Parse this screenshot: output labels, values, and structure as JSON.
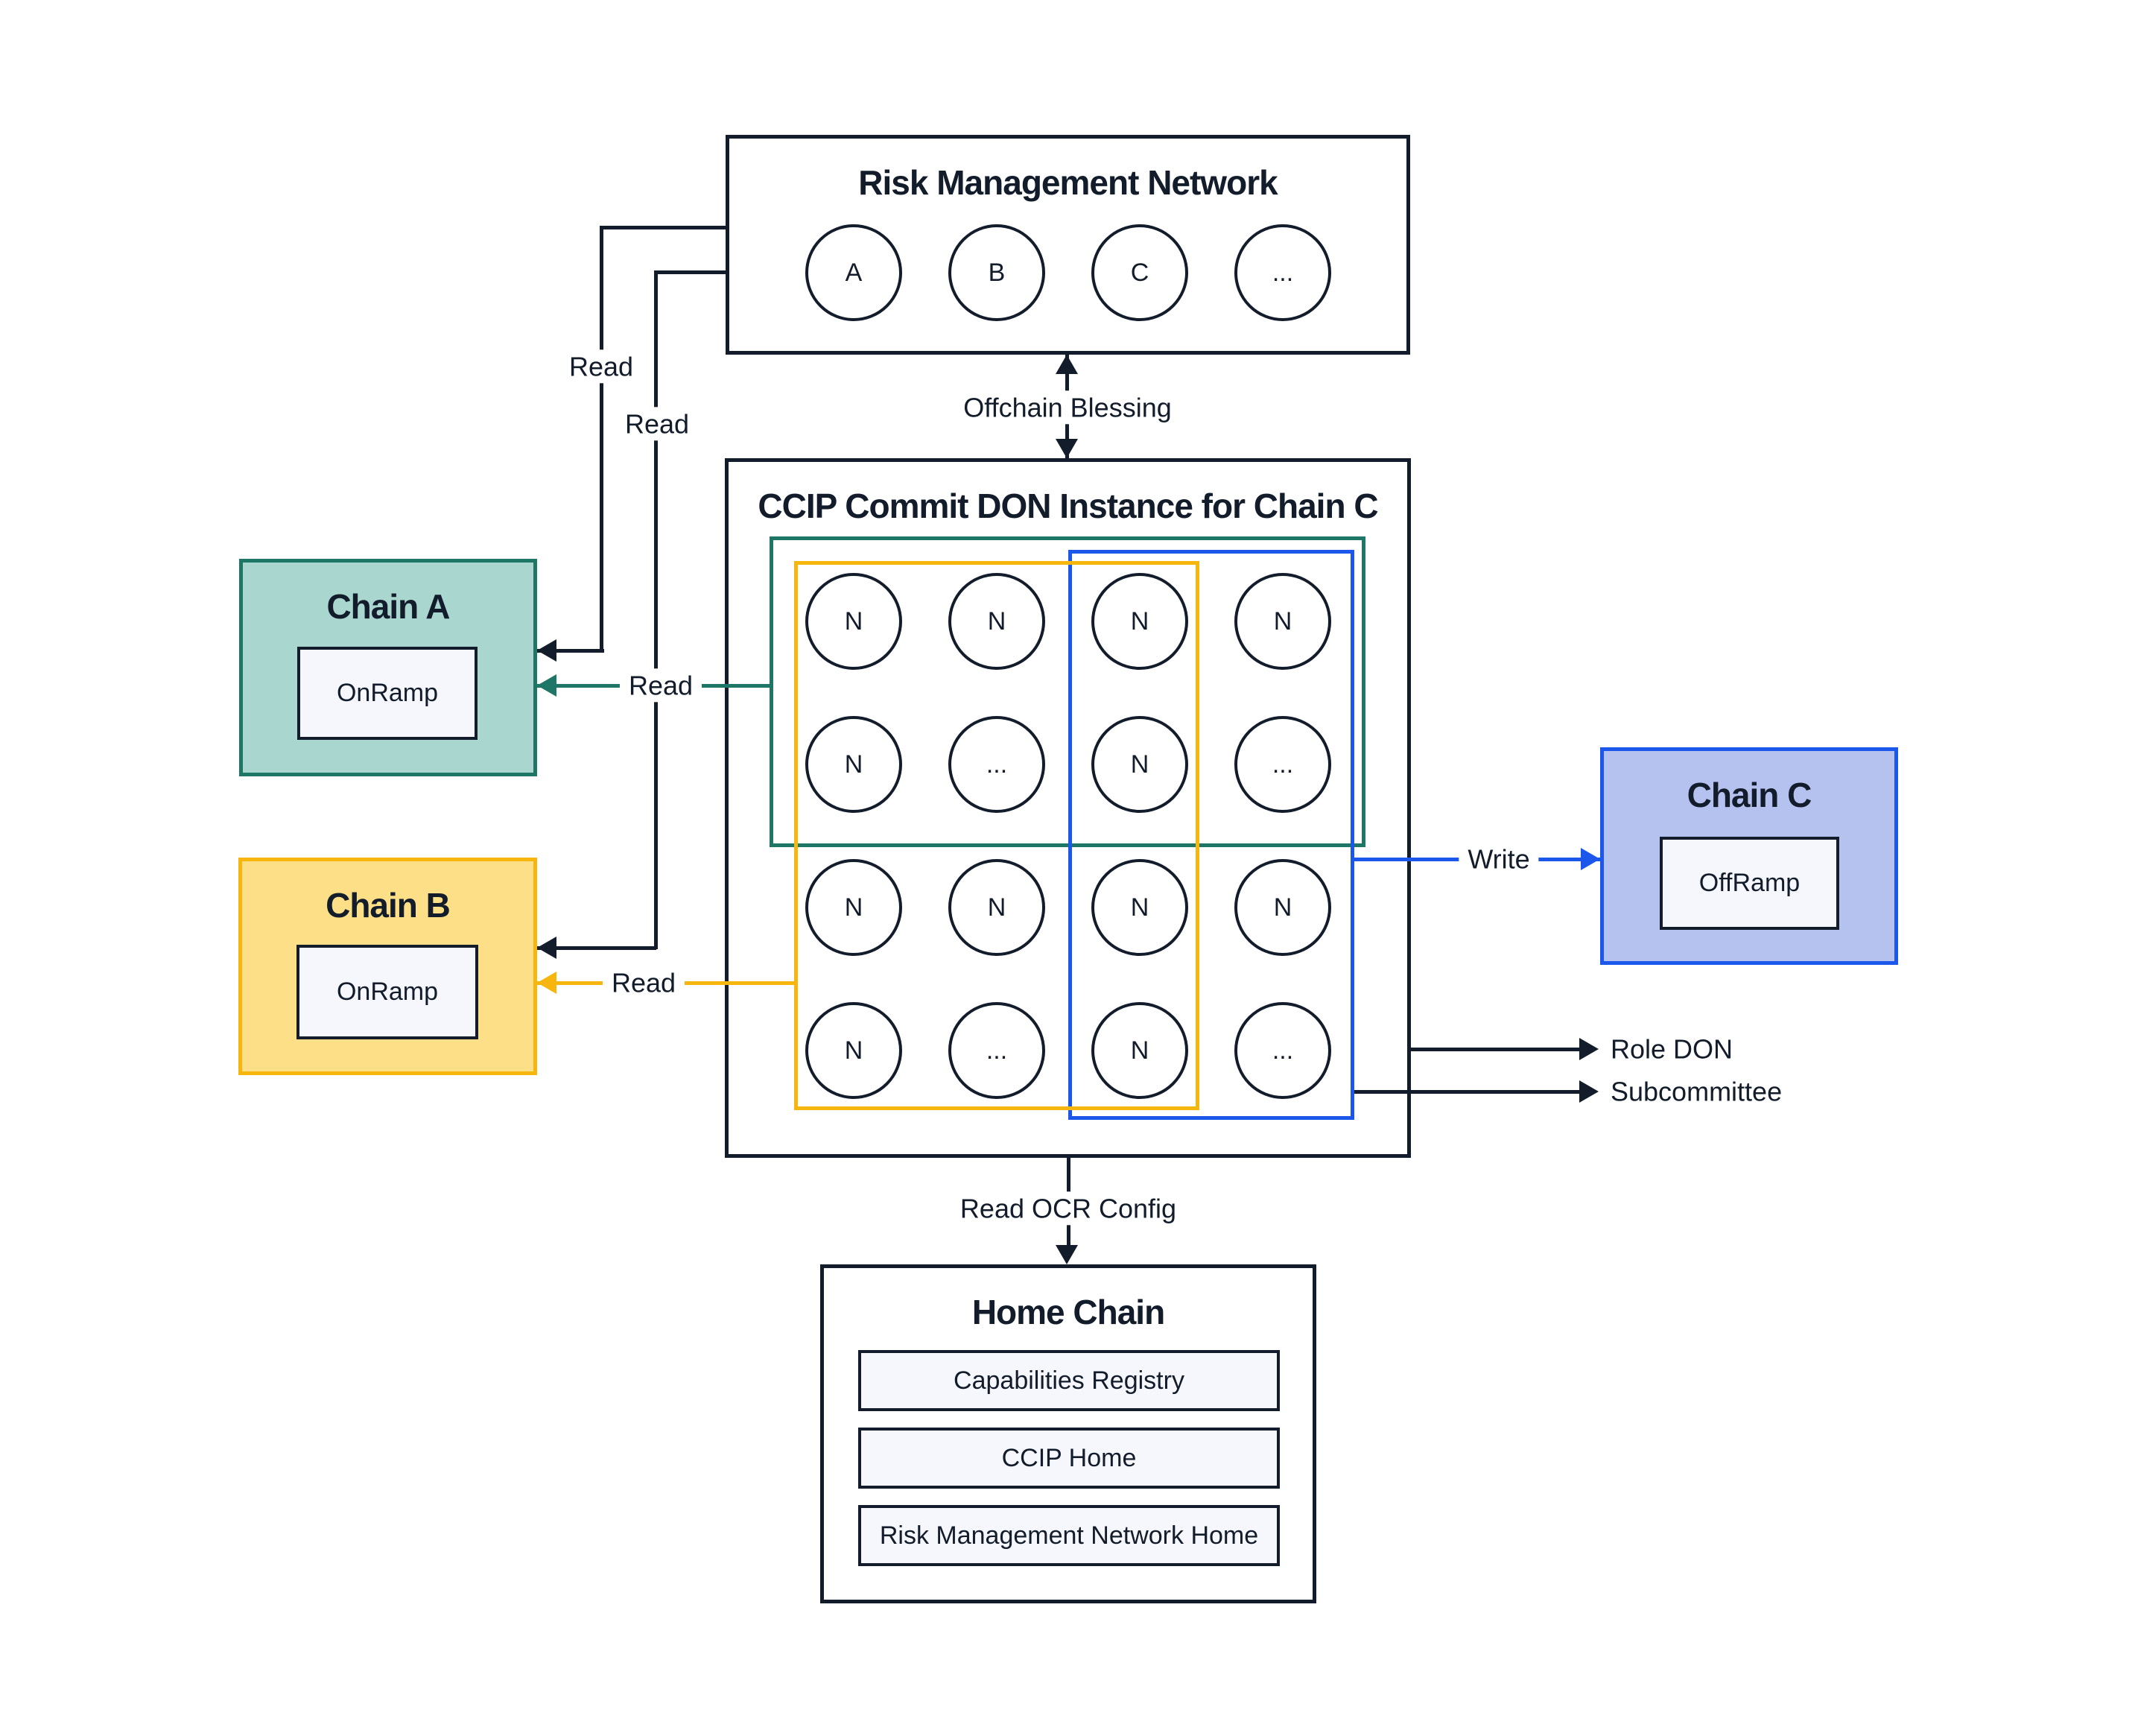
{
  "colors": {
    "navy": "#131c2b",
    "teal-border": "#1e7667",
    "teal-fill": "#a9d6ce",
    "yellow-border": "#f6b60e",
    "yellow-fill": "#fcdf86",
    "blue-border": "#1b57ea",
    "blue-fill": "#b5c2f0",
    "component-fill": "#f5f7fc",
    "background": "#ffffff"
  },
  "rmn": {
    "title": "Risk Management Network",
    "nodes": [
      "A",
      "B",
      "C",
      "..."
    ]
  },
  "don": {
    "title": "CCIP Commit DON Instance for Chain C",
    "grid": [
      [
        "N",
        "N",
        "N",
        "N"
      ],
      [
        "N",
        "...",
        "N",
        "..."
      ],
      [
        "N",
        "N",
        "N",
        "N"
      ],
      [
        "N",
        "...",
        "N",
        "..."
      ]
    ]
  },
  "chain_a": {
    "title": "Chain A",
    "component": "OnRamp"
  },
  "chain_b": {
    "title": "Chain B",
    "component": "OnRamp"
  },
  "chain_c": {
    "title": "Chain C",
    "component": "OffRamp"
  },
  "home_chain": {
    "title": "Home Chain",
    "components": [
      "Capabilities Registry",
      "CCIP Home",
      "Risk Management Network Home"
    ]
  },
  "edges": {
    "read_rmn_chain_a": "Read",
    "read_rmn_chain_b": "Read",
    "read_don_chain_a": "Read",
    "read_don_chain_b": "Read",
    "offchain_blessing": "Offchain Blessing",
    "write": "Write",
    "role_don": "Role DON",
    "subcommittee": "Subcommittee",
    "read_ocr_config": "Read OCR Config"
  }
}
